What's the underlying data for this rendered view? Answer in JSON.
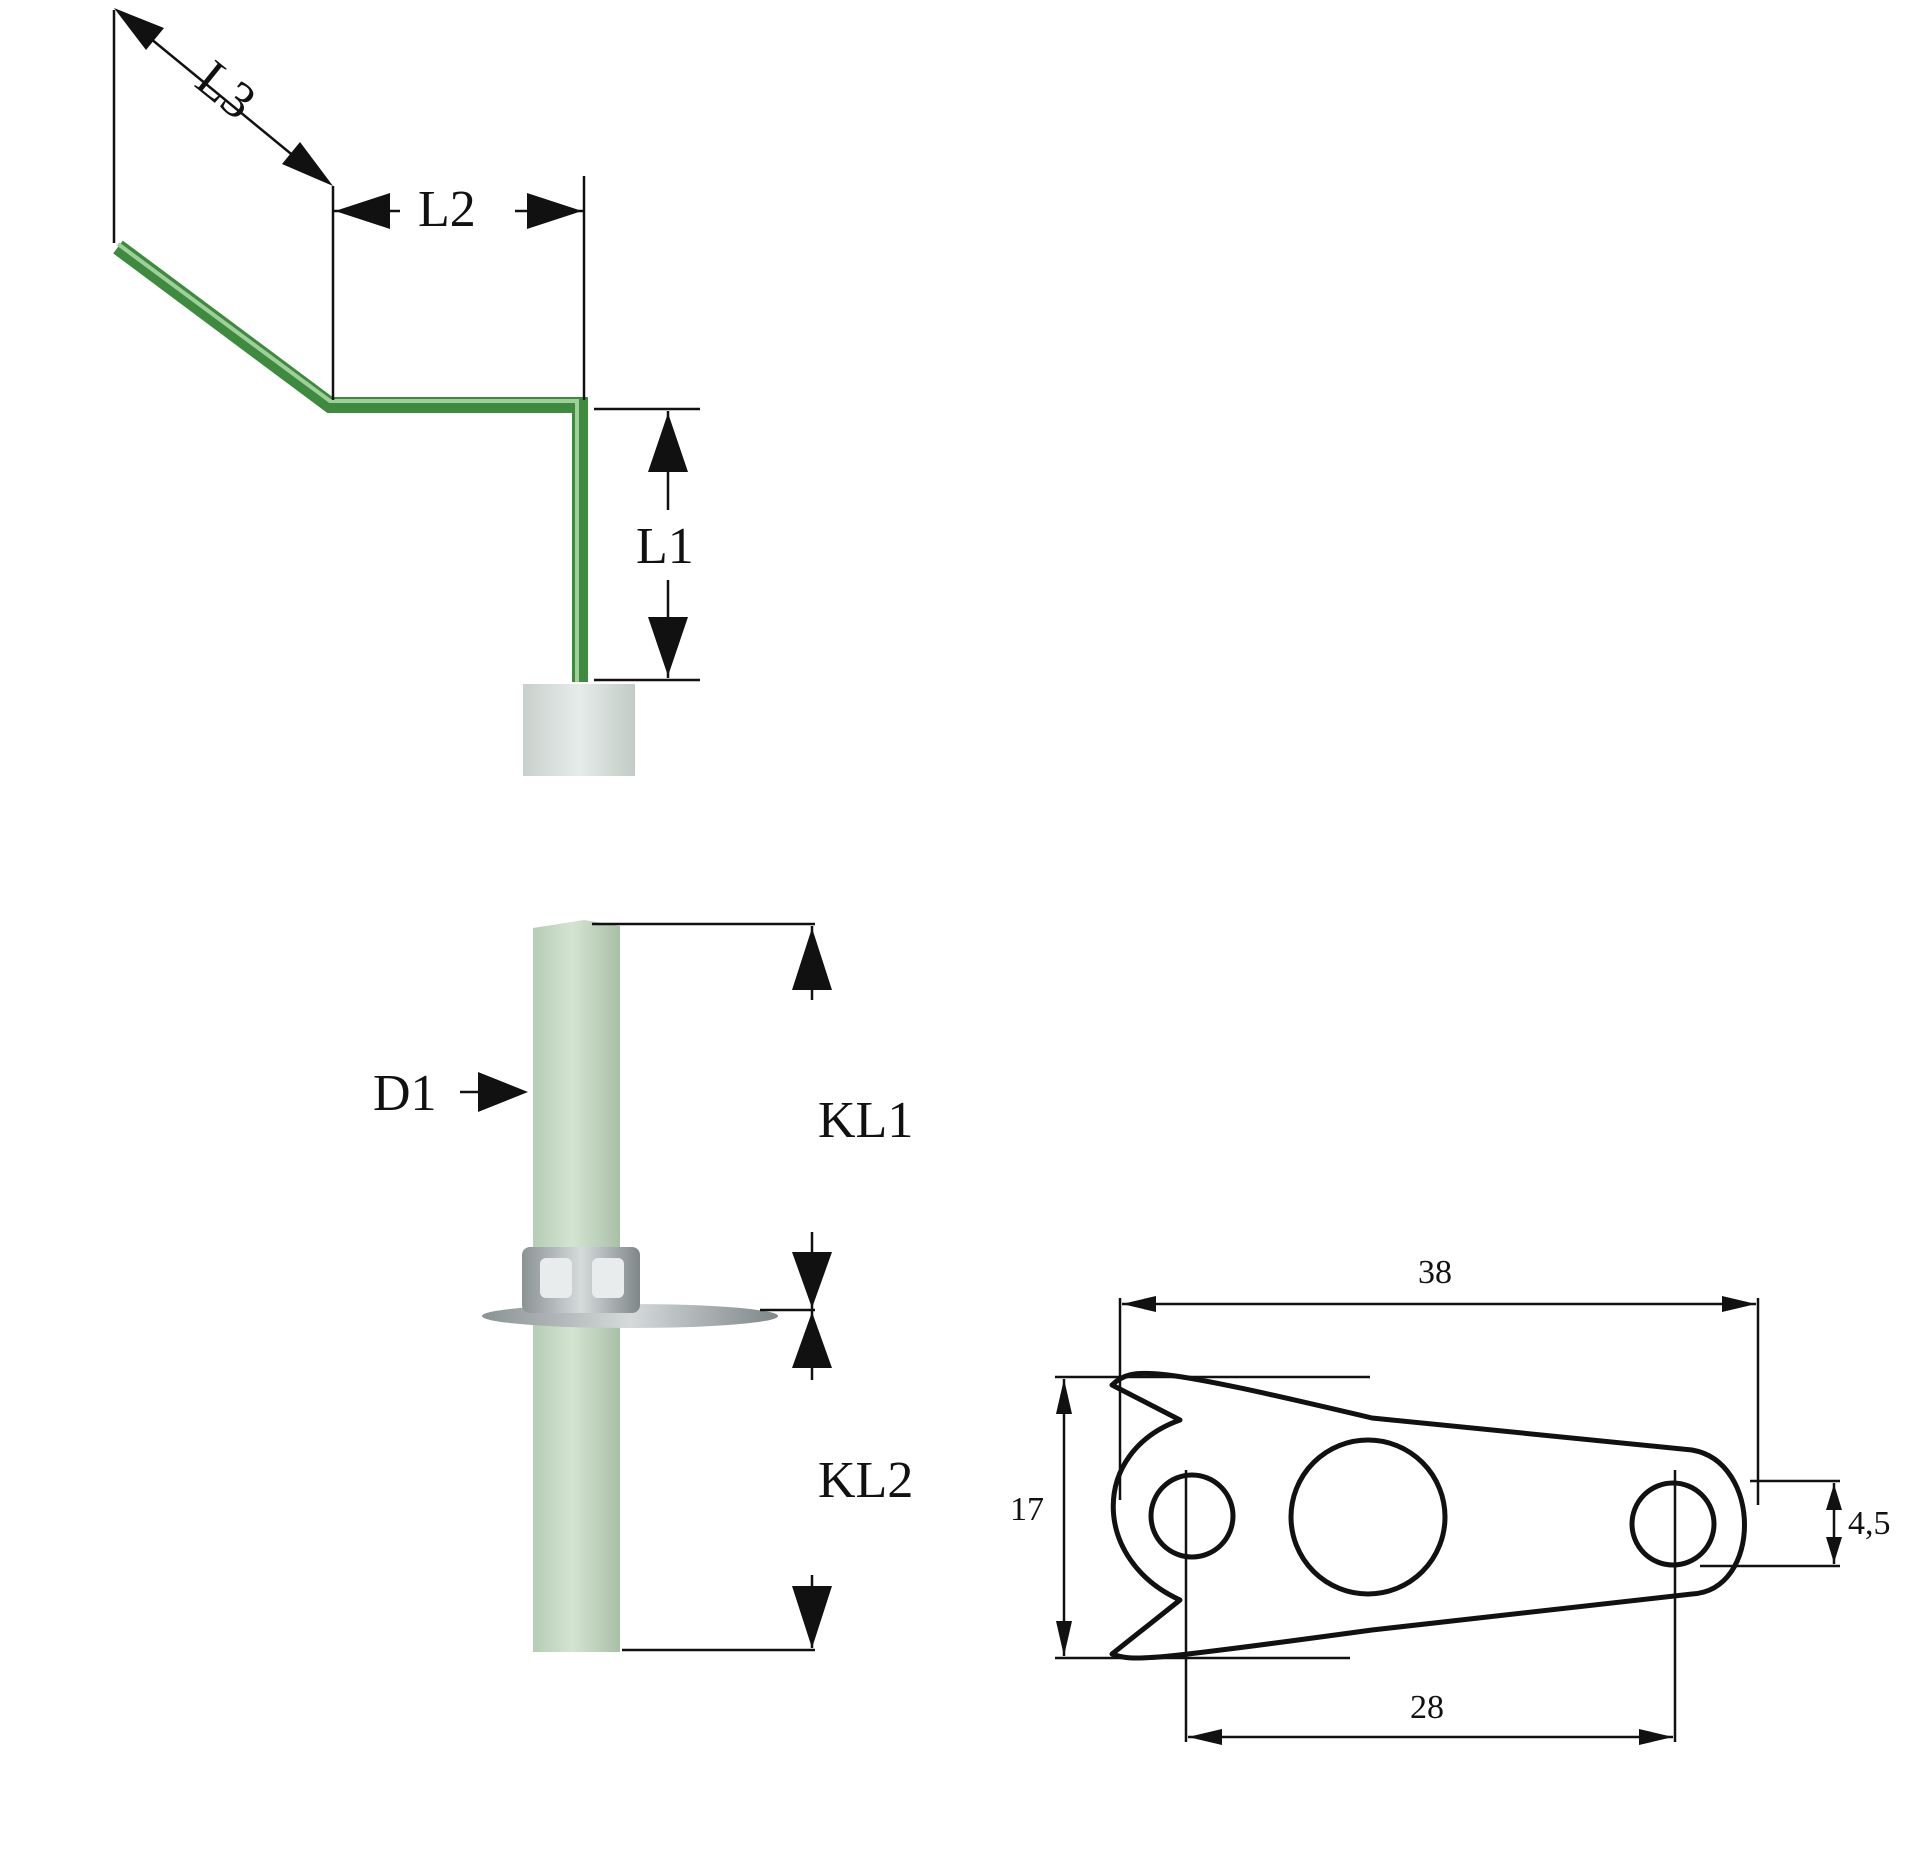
{
  "labels": {
    "l1": "L1",
    "l2": "L2",
    "l3": "L3",
    "d1": "D1",
    "kl1": "KL1",
    "kl2": "KL2"
  },
  "dimensions": {
    "width_overall": "38",
    "height": "17",
    "hole": "4,5",
    "hole_spacing": "28"
  },
  "colors": {
    "wire_green": "#3e8a3e",
    "wire_highlight": "#9fd09a",
    "electrode_green": "#c9dcc8",
    "insulator": "#d7dfda",
    "metal": "#a9b0b2",
    "line": "#111111"
  }
}
